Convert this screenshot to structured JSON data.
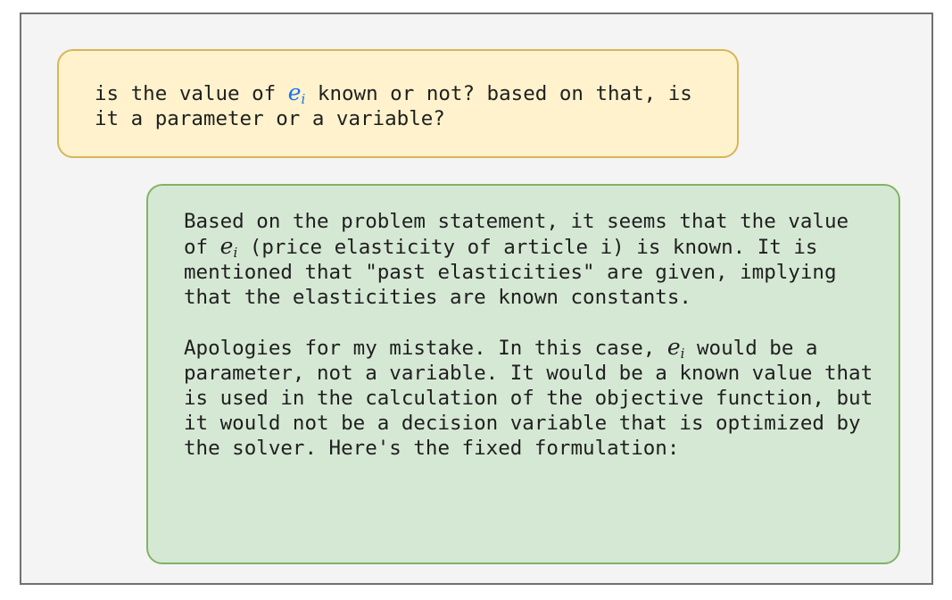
{
  "user_message": {
    "text_before": "is the value of",
    "symbol_base": "e",
    "symbol_subscript": "i",
    "text_after": "known or not? based on that, is it a parameter or a variable?"
  },
  "assistant_message": {
    "paragraph1": {
      "text_before": "Based on the problem statement, it seems that the value of",
      "symbol_base": "e",
      "symbol_subscript": "i",
      "text_after": "(price elasticity of article i) is known. It is mentioned that \"past elasticities\" are given, implying that the elasticities are known constants."
    },
    "paragraph2": {
      "text_before": "Apologies for my mistake. In this case,",
      "symbol_base": "e",
      "symbol_subscript": "i",
      "text_after": "would be a parameter, not a variable. It would be a known value that is used in the calculation of the objective function, but it would not be a decision variable that is optimized by the solver. Here's the fixed formulation:"
    }
  },
  "colors": {
    "user_bubble_bg": "#fff2cc",
    "user_bubble_border": "#d6b656",
    "assistant_bubble_bg": "#d5e8d4",
    "assistant_bubble_border": "#82b366",
    "math_highlight": "#1a73e8"
  }
}
